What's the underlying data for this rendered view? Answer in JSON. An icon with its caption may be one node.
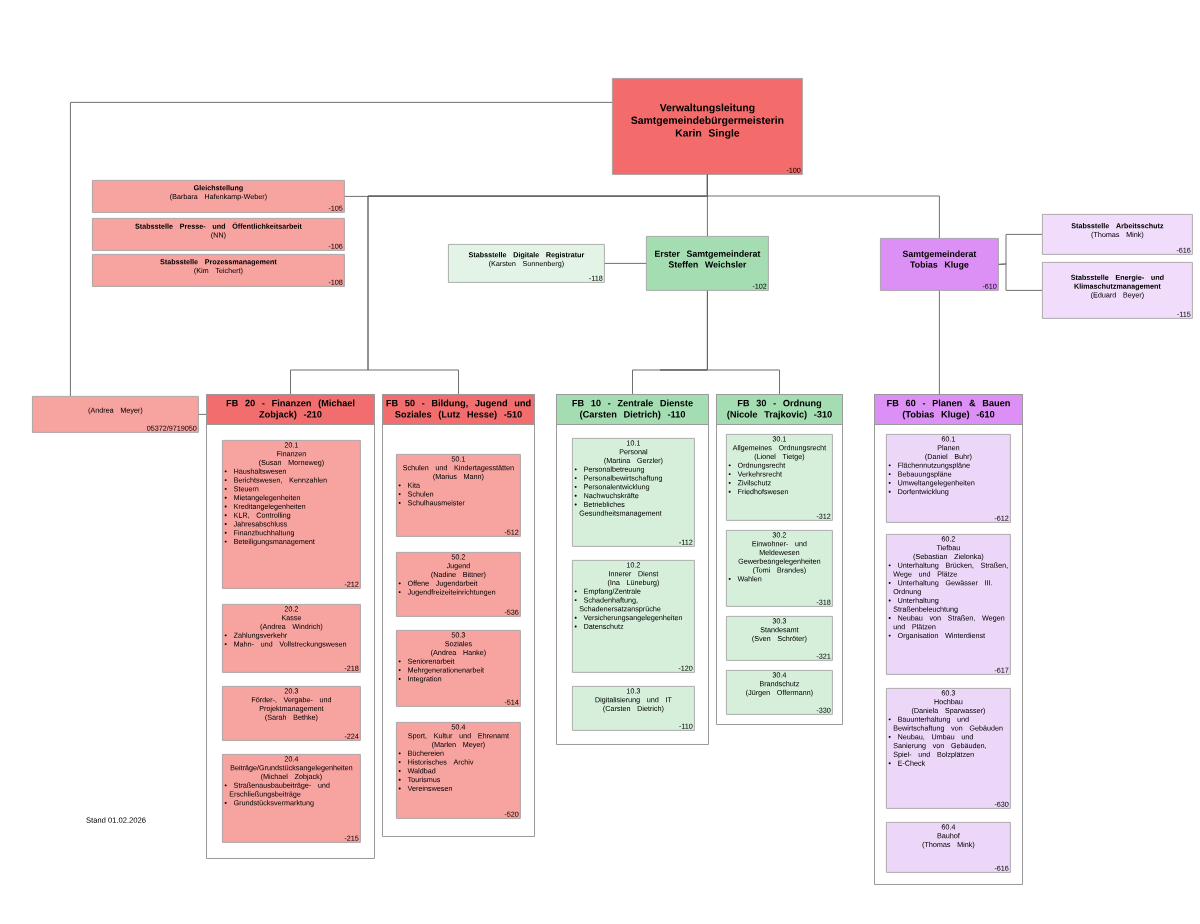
{
  "diagram": {
    "nodes": [
      {
        "text": [
          "Verwaltungsleitung",
          "Samtgemeindebürgermeisterin",
          "Karin Single",
          "-100"
        ]
      },
      {
        "text": [
          "Gleichstellung",
          "(Barbara Hafenkamp-Weber)",
          "-105"
        ]
      },
      {
        "text": [
          "Stabsstelle Presse- und Öffentlichkeitsarbeit",
          "(NN)",
          "-106"
        ]
      },
      {
        "text": [
          "Stabsstelle Prozessmanagement",
          "(Kim Teichert)",
          "-108"
        ]
      },
      {
        "text": [
          "Stabsstelle Digitale Registratur",
          "(Karsten Sonnenberg)",
          "-118"
        ]
      },
      {
        "text": [
          "Erster Samtgemeinderat",
          "Steffen Weichsler",
          "-102"
        ]
      },
      {
        "text": [
          "Samtgemeinderat",
          "Tobias Kluge",
          "-610"
        ]
      },
      {
        "text": [
          "Stabsstelle Arbeitsschutz",
          "(Thomas Mink)",
          "-616"
        ]
      },
      {
        "text": [
          "Stabsstelle Energie- und Klimaschutzmanagement",
          "(Eduard Beyer)",
          "-115"
        ]
      },
      {
        "text": [
          "(Andrea Meyer)",
          "05372/9719050"
        ]
      },
      {
        "text": [
          "FB 20 - Finanzen (Michael Zobjack) -210"
        ]
      },
      {
        "text": [
          "20.1",
          "Finanzen",
          "(Susan Morneweg)",
          "• Haushaltswesen",
          "• Berichtswesen, Kennzahlen",
          "• Steuern",
          "• Mietangelegenheiten",
          "• Kreditangelegenheiten",
          "• KLR, Controlling",
          "• Jahresabschluss",
          "• Finanzbuchhaltung",
          "• Beteiligungsmanagement",
          "-212"
        ],
        "in": 10
      },
      {
        "text": [
          "20.2",
          "Kasse",
          "(Andrea Windrich)",
          "• Zahlungsverkehr",
          "• Mahn- und Vollstreckungswesen",
          "-218"
        ],
        "in": 10
      },
      {
        "text": [
          "20.3",
          "Förder-, Vergabe- und Projektmanagement",
          "(Sarah Bethke)",
          "-224"
        ],
        "in": 10
      },
      {
        "text": [
          "20.4",
          "Beiträge/Grundstücksangelegenheiten",
          "(Michael Zobjack)",
          "• Straßenausbaubeiträge- und Erschließungsbeiträge",
          "• Grundstücksvermarktung",
          "-215"
        ],
        "in": 10
      },
      {
        "text": [
          "FB 50 - Bildung, Jugend und Soziales (Lutz Hesse) -510"
        ]
      },
      {
        "text": [
          "50.1",
          "Schulen und Kindertagesstätten",
          "(Marius Mann)",
          "• Kita",
          "• Schulen",
          "• Schulhausmeister",
          "-512"
        ],
        "in": 15
      },
      {
        "text": [
          "50.2",
          "Jugend",
          "(Nadine Bittner)",
          "• Offene Jugendarbeit",
          "• Jugendfreizeiteinrichtungen",
          "-536"
        ],
        "in": 15
      },
      {
        "text": [
          "50.3",
          "Soziales",
          "(Andrea Hanke)",
          "• Seniorenarbeit",
          "• Mehrgenerationenarbeit",
          "• Integration",
          "-514"
        ],
        "in": 15
      },
      {
        "text": [
          "50.4",
          "Sport, Kultur und Ehrenamt",
          "(Marlen Meyer)",
          "• Büchereien",
          "• Historisches Archiv",
          "• Waldbad",
          "• Tourismus",
          "• Vereinswesen",
          "-520"
        ],
        "in": 15
      },
      {
        "text": [
          "FB 10 - Zentrale Dienste (Carsten Dietrich) -110"
        ]
      },
      {
        "text": [
          "10.1",
          "Personal",
          "(Martina Gerzler)",
          "• Personalbetreuung",
          "• Personalbewirtschaftung",
          "• Personalentwicklung",
          "• Nachwuchskräfte",
          "• Betriebliches Gesundheitsmanagement",
          "-112"
        ],
        "in": 20
      },
      {
        "text": [
          "10.2",
          "Innerer Dienst",
          "(Ina Lüneburg)",
          "• Empfang/Zentrale",
          "• Schadenhaftung, Schadenersatzansprüche",
          "• Versicherungsangelegenheiten",
          "• Datenschutz",
          "-120"
        ],
        "in": 20
      },
      {
        "text": [
          "10.3",
          "Digitalisierung und IT",
          "(Carsten Dietrich)",
          "-110"
        ],
        "in": 20
      },
      {
        "text": [
          "FB 30 - Ordnung (Nicole Trajkovic) -310"
        ]
      },
      {
        "text": [
          "30.1",
          "Allgemeines Ordnungsrecht",
          "(Lionel Tietge)",
          "• Ordnungsrecht",
          "• Verkehrsrecht",
          "• Zivilschutz",
          "• Friedhofswesen",
          "-312"
        ],
        "in": 24
      },
      {
        "text": [
          "30.2",
          "Einwohner- und Meldewesen",
          "Gewerbeangelegenheiten",
          "(Tomi Brandes)",
          "• Wahlen",
          "-318"
        ],
        "in": 24
      },
      {
        "text": [
          "30.3",
          "Standesamt",
          "(Sven Schröter)",
          "-321"
        ],
        "in": 24
      },
      {
        "text": [
          "30.4",
          "Brandschutz",
          "(Jürgen Offermann)",
          "-330"
        ],
        "in": 24
      },
      {
        "text": [
          "FB 60 - Planen & Bauen (Tobias Kluge) -610"
        ]
      },
      {
        "text": [
          "60.1",
          "Planen",
          "(Daniel Buhr)",
          "• Flächennutzungspläne",
          "• Bebauungspläne",
          "• Umweltangelegenheiten",
          "• Dorfentwicklung",
          "-612"
        ],
        "in": 29
      },
      {
        "text": [
          "60.2",
          "Tiefbau",
          "(Sebastian Zielonka)",
          "• Unterhaltung Brücken, Straßen, Wege und Plätze",
          "• Unterhaltung Gewässer III. Ordnung",
          "• Unterhaltung Straßenbeleuchtung",
          "• Neubau von Straßen, Wegen und Plätzen",
          "• Organisation Winterdienst",
          "-617"
        ],
        "in": 29
      },
      {
        "text": [
          "60.3",
          "Hochbau",
          "(Daniela Sparwasser)",
          "• Bauunterhaltung und Bewirtschaftung von Gebäuden",
          "• Neubau, Umbau und Sanierung von Gebäuden, Spiel- und Bolzplätzen",
          "• E-Check",
          "-630"
        ],
        "in": 29
      },
      {
        "text": [
          "60.4",
          "Bauhof",
          "(Thomas Mink)",
          "-616"
        ],
        "in": 29
      }
    ],
    "edges": [
      {
        "from": 0,
        "to": 1,
        "arrow": "none"
      },
      {
        "from": 0,
        "to": 5,
        "arrow": "none"
      },
      {
        "from": 0,
        "to": 6,
        "arrow": "none"
      },
      {
        "from": 0,
        "to": 10,
        "arrow": "none"
      },
      {
        "from": 0,
        "to": 15,
        "arrow": "none"
      },
      {
        "from": 0,
        "to": 9,
        "arrow": "none"
      },
      {
        "from": 5,
        "to": 4,
        "arrow": "none"
      },
      {
        "from": 5,
        "to": 20,
        "arrow": "none"
      },
      {
        "from": 5,
        "to": 24,
        "arrow": "none"
      },
      {
        "from": 6,
        "to": 29,
        "arrow": "none"
      },
      {
        "from": 6,
        "to": 7,
        "arrow": "none"
      },
      {
        "from": 6,
        "to": 8,
        "arrow": "none"
      },
      {
        "from": 9,
        "to": 10,
        "arrow": "none"
      }
    ],
    "labels": [
      "Stand 01.02.2026"
    ]
  }
}
